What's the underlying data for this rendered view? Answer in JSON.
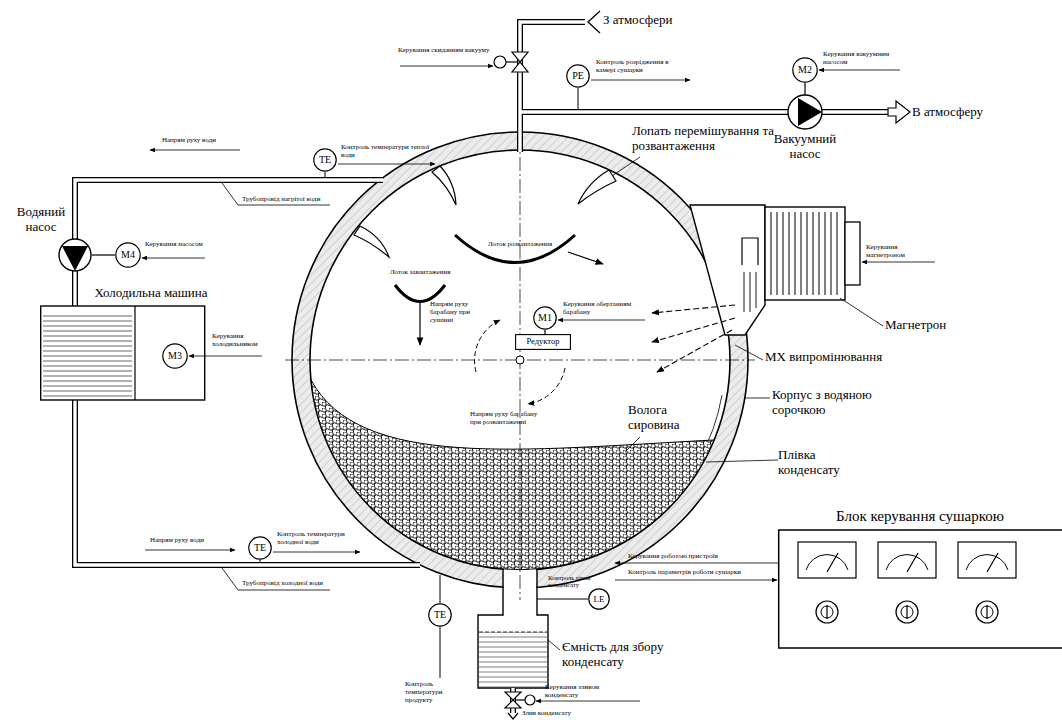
{
  "diagram": {
    "nodes": [
      {
        "text": [
          "Холодильна машина"
        ]
      },
      {
        "text": [
          "M3"
        ],
        "in": 0
      },
      {
        "text": [
          "M4"
        ]
      },
      {
        "text": [
          "M2"
        ]
      },
      {
        "text": [
          "M1"
        ]
      },
      {
        "text": [
          "Редуктор"
        ]
      },
      {
        "text": [
          "PE"
        ]
      },
      {
        "text": [
          "TE"
        ]
      },
      {
        "text": [
          "TE"
        ]
      },
      {
        "text": [
          "TE"
        ]
      },
      {
        "text": [
          "LE"
        ]
      },
      {
        "text": [
          "Блок керування сушаркою"
        ]
      },
      {
        "text": [
          "Вакуумний насос"
        ]
      },
      {
        "text": [
          "Водяний насос"
        ]
      }
    ],
    "edges": [
      {
        "from": 13,
        "to": 2,
        "arrow": "none"
      },
      {
        "from": 3,
        "to": 12,
        "arrow": "none"
      },
      {
        "from": 4,
        "to": 5,
        "arrow": "none"
      }
    ],
    "labels": [
      "З атмосфери",
      "Керування скиданням вакууму",
      "Контроль розрідження в камері сушарки",
      "Керування вакуумним насосом",
      "В атмосферу",
      "Контроль температури теплої води",
      "Напрям руху води",
      "Трубопровід нагрітої води",
      "Керування насосом",
      "Керування холодильником",
      "Напрям руху води",
      "Контроль температури холодної води",
      "Трубопровід холодної води",
      "Лопать перемішування та розвантаження",
      "Лоток розвантаження",
      "Лоток завантаження",
      "Керування обертанням барабану",
      "Напрям руху барабану при сушінні",
      "Напрям руху барабану при розвантаженні",
      "Керування магнетроном",
      "Магнетрон",
      "МХ випромінювання",
      "Корпус з водяною сорочкою",
      "Волога сировина",
      "Плівка конденсату",
      "Контроль рівня конденсату",
      "Ємність для збору конденсату",
      "Контроль температури продукту",
      "Керування зливом конденсату",
      "Злив конденсату",
      "Керування роботою пристроїв",
      "Контроль параметрів роботи сушарки"
    ]
  }
}
